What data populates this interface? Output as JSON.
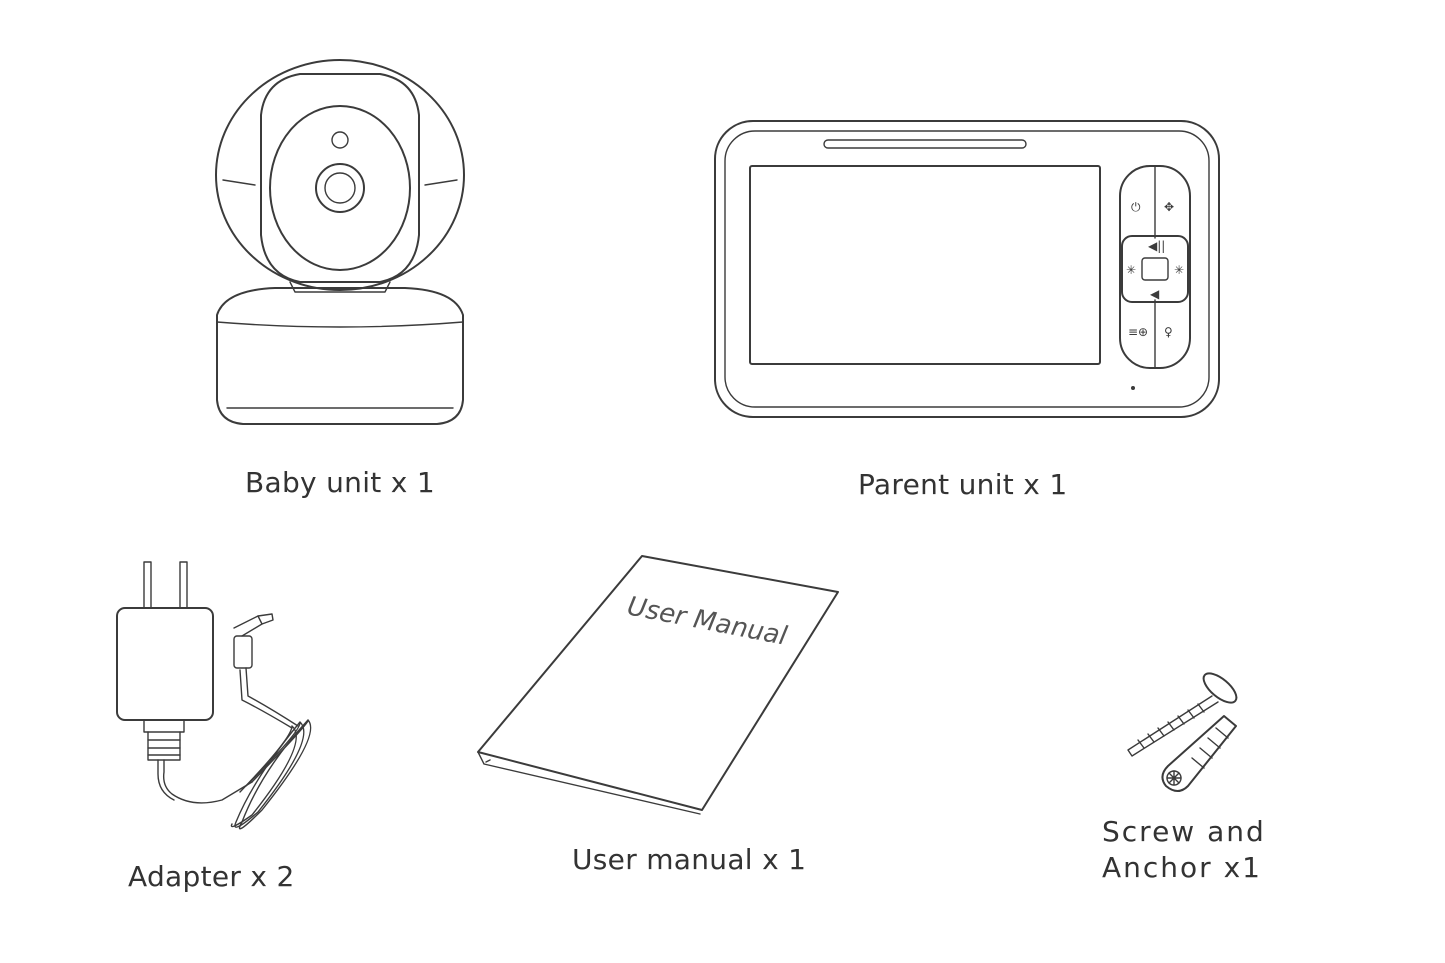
{
  "items": [
    {
      "key": "baby_unit",
      "caption": "Baby unit x 1",
      "icon": "baby-camera-icon"
    },
    {
      "key": "parent_unit",
      "caption": "Parent unit x 1",
      "icon": "parent-monitor-icon"
    },
    {
      "key": "adapter",
      "caption": "Adapter x 2",
      "icon": "power-adapter-icon"
    },
    {
      "key": "user_manual",
      "caption": "User manual x 1",
      "icon": "user-manual-booklet-icon",
      "cover_text": "User Manual"
    },
    {
      "key": "screw_anchor",
      "caption_line1": "Screw and",
      "caption_line2": "Anchor x1",
      "icon": "screw-anchor-icon"
    }
  ],
  "colors": {
    "line": "#3b3b3b",
    "text": "#333333",
    "background": "#ffffff"
  }
}
